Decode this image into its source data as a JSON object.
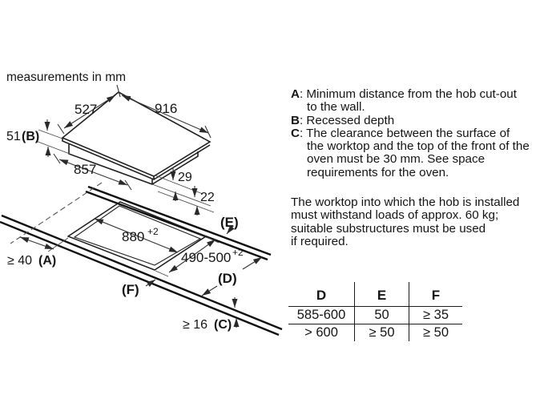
{
  "note": "measurements in mm",
  "diagram": {
    "width_left": "527",
    "width_right": "916",
    "recess_value": "51 ",
    "recess_key": "(B)",
    "base_length": "857",
    "gap_glass_base": "29",
    "gap_base_worktop": "22",
    "cutout_width": "880",
    "cutout_width_tol": "+2",
    "cutout_depth": "490-500",
    "cutout_depth_tol": "+2",
    "wall_clearance": "≥ 40 ",
    "wall_clearance_key": "(A)",
    "front_thickness": "≥ 16 ",
    "front_thickness_key": "(C)",
    "key_d": "(D)",
    "key_e": "(E)",
    "key_f": "(F)"
  },
  "legend": {
    "items": [
      {
        "key": "A",
        "text": ": Minimum distance from the hob cut-out\nto the wall."
      },
      {
        "key": "B",
        "text": ": Recessed depth"
      },
      {
        "key": "C",
        "text": ": The clearance between the surface of\nthe worktop and the top of the front of the\noven must be 30 mm. See space\nrequirements for the oven."
      }
    ]
  },
  "paragraph": "The worktop into which the hob is installed\nmust withstand loads of approx. 60 kg;\nsuitable substructures must be used\nif required.",
  "table": {
    "headers": [
      "D",
      "E",
      "F"
    ],
    "rows": [
      [
        "585-600",
        "50",
        "≥ 35"
      ],
      [
        "> 600",
        "≥ 50",
        "≥ 50"
      ]
    ]
  }
}
